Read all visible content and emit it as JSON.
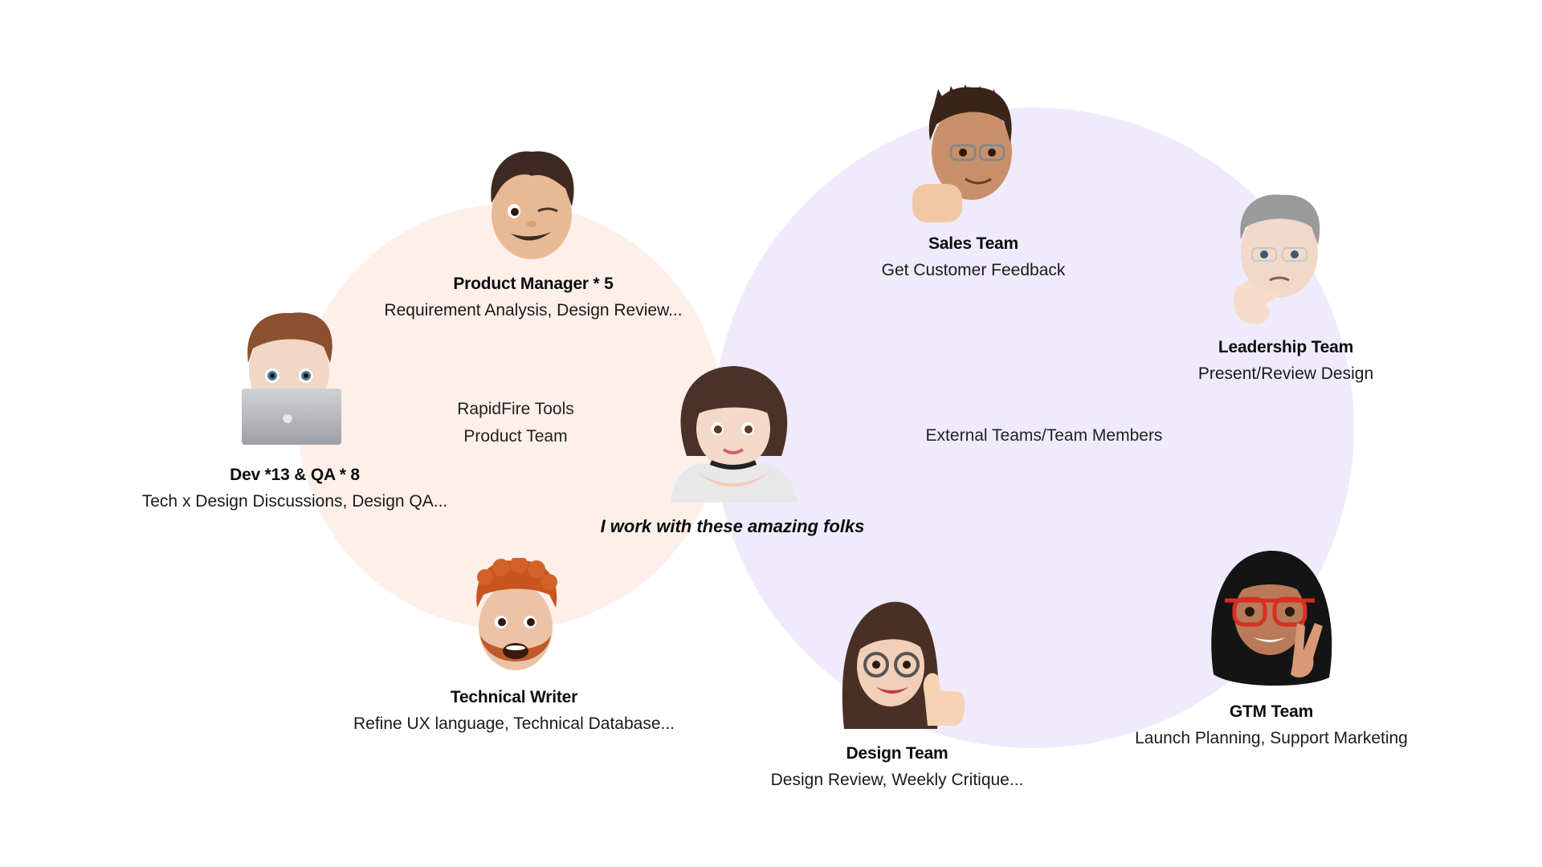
{
  "colors": {
    "product_team_circle": "#FDF0EA",
    "external_circle": "#EFEBFD",
    "text": "#111111"
  },
  "center": {
    "caption": "I work with these amazing folks",
    "avatar": "memoji-girl-bob-haircut-icon"
  },
  "product_team": {
    "group_label_line1": "RapidFire Tools",
    "group_label_line2": "Product Team",
    "members": [
      {
        "title": "Product Manager * 5",
        "description": "Requirement Analysis, Design Review...",
        "avatar": "memoji-winking-man-icon"
      },
      {
        "title": "Dev *13 & QA * 8",
        "description": "Tech x Design Discussions, Design QA...",
        "avatar": "memoji-man-with-laptop-icon"
      },
      {
        "title": "Technical Writer",
        "description": "Refine UX language, Technical Database...",
        "avatar": "memoji-red-haired-bearded-man-icon"
      }
    ]
  },
  "external_teams": {
    "group_label": "External Teams/Team Members",
    "members": [
      {
        "title": "Sales Team",
        "description": "Get Customer Feedback",
        "avatar": "memoji-man-glasses-fist-icon"
      },
      {
        "title": "Leadership Team",
        "description": "Present/Review Design",
        "avatar": "memoji-gray-haired-thinking-man-icon"
      },
      {
        "title": "Design Team",
        "description": "Design Review, Weekly Critique...",
        "avatar": "memoji-woman-glasses-thumbs-up-icon"
      },
      {
        "title": "GTM Team",
        "description": "Launch Planning, Support Marketing",
        "avatar": "memoji-woman-red-glasses-peace-icon"
      }
    ]
  }
}
